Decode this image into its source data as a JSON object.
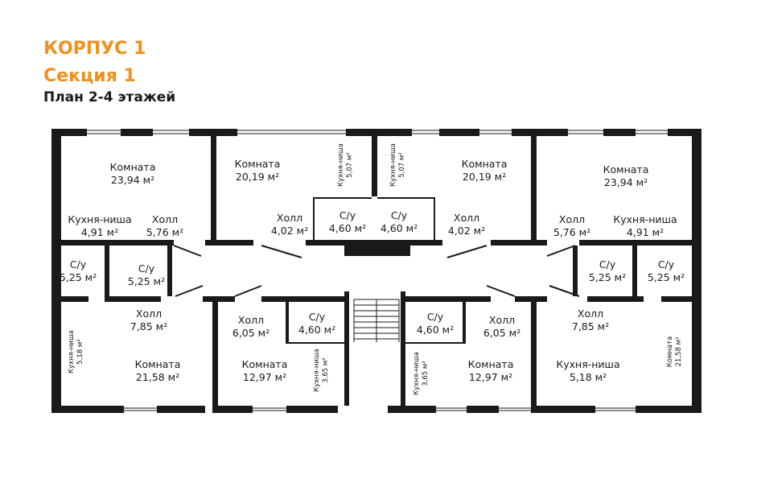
{
  "header": {
    "building": "КОРПУС 1",
    "section": "Секция 1",
    "plan": "План 2-4 этажей"
  },
  "colors": {
    "accent": "#f0901e",
    "walls": "#1a1a1a"
  },
  "rooms": [
    {
      "name": "Комната",
      "area": "23,94 м²"
    },
    {
      "name": "Кухня-ниша",
      "area": "4,91 м²"
    },
    {
      "name": "Холл",
      "area": "5,76 м²"
    },
    {
      "name": "С/у",
      "area": "5,25 м²"
    },
    {
      "name": "С/у",
      "area": "5,25 м²"
    },
    {
      "name": "Холл",
      "area": "7,85 м²"
    },
    {
      "name": "Кухня-ниша",
      "area": "5,18 м²"
    },
    {
      "name": "Комната",
      "area": "21,58 м²"
    },
    {
      "name": "Комната",
      "area": "20,19 м²"
    },
    {
      "name": "Кухня-ниша",
      "area": "5,07 м²"
    },
    {
      "name": "Холл",
      "area": "4,02 м²"
    },
    {
      "name": "С/у",
      "area": "4,60 м²"
    },
    {
      "name": "Холл",
      "area": "6,05 м²"
    },
    {
      "name": "С/у",
      "area": "4,60 м²"
    },
    {
      "name": "Комната",
      "area": "12,97 м²"
    },
    {
      "name": "Кухня-ниша",
      "area": "3,65 м²"
    },
    {
      "name": "Кухня-ниша",
      "area": "5,07 м²"
    },
    {
      "name": "Комната",
      "area": "20,19 м²"
    },
    {
      "name": "С/у",
      "area": "4,60 м²"
    },
    {
      "name": "Холл",
      "area": "4,02 м²"
    },
    {
      "name": "С/у",
      "area": "4,60 м²"
    },
    {
      "name": "Холл",
      "area": "6,05 м²"
    },
    {
      "name": "Кухня-ниша",
      "area": "3,65 м²"
    },
    {
      "name": "Комната",
      "area": "12,97 м²"
    },
    {
      "name": "Комната",
      "area": "23,94 м²"
    },
    {
      "name": "Холл",
      "area": "5,76 м²"
    },
    {
      "name": "Кухня-ниша",
      "area": "4,91 м²"
    },
    {
      "name": "С/у",
      "area": "5,25 м²"
    },
    {
      "name": "С/у",
      "area": "5,25 м²"
    },
    {
      "name": "Холл",
      "area": "7,85 м²"
    },
    {
      "name": "Комната",
      "area": "21,58 м²"
    },
    {
      "name": "Кухня-ниша",
      "area": "5,18 м²"
    }
  ]
}
